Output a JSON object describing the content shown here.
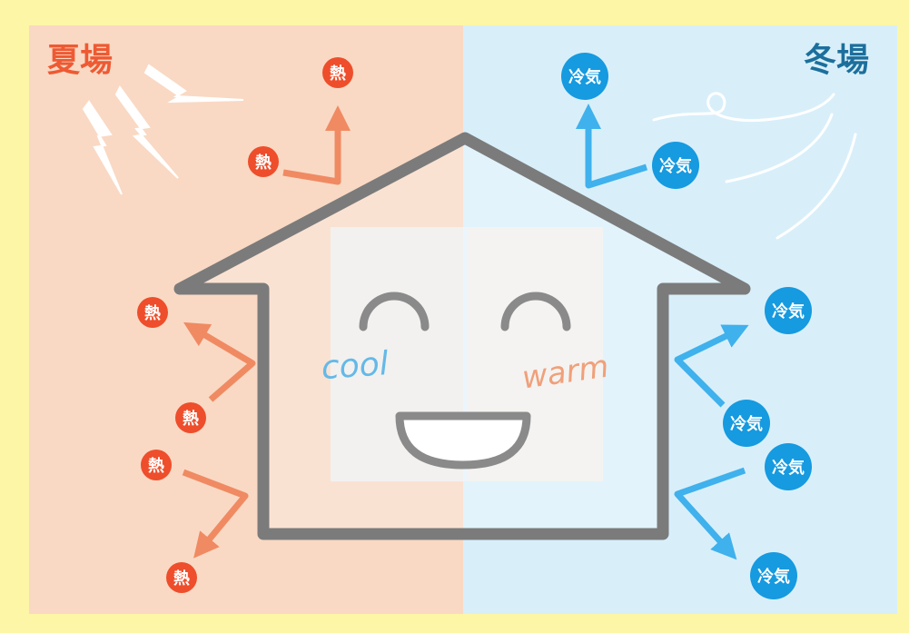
{
  "colors": {
    "outer_bg": "#fdf6a6",
    "summer_bg": "#f9d9c4",
    "winter_bg": "#d8effa",
    "heat": "#f08a62",
    "heat_badge": "#ee4e2b",
    "cold": "#3fb1ec",
    "cold_badge": "#169ae0",
    "house_outline": "#7b7b7b",
    "cool_text": "#64b9e8",
    "warm_text": "#f0a07a"
  },
  "labels": {
    "summer": "夏場",
    "winter": "冬場",
    "heat": "熱",
    "cold": "冷気",
    "cool": "cool",
    "warm": "warm"
  },
  "icons": {
    "lightning": "lightning-bolt-icon",
    "wind": "wind-swirl-icon",
    "face": "smiley-face-icon"
  }
}
